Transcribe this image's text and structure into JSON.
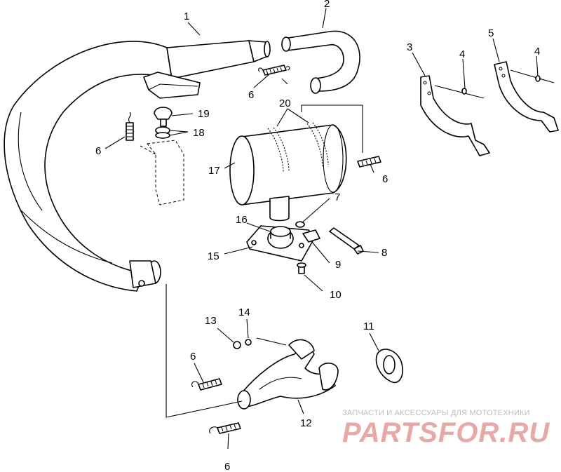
{
  "callouts": {
    "c1": "1",
    "c2": "2",
    "c3": "3",
    "c4a": "4",
    "c4b": "4",
    "c5": "5",
    "c6a": "6",
    "c6b": "6",
    "c6c": "6",
    "c6d": "6",
    "c6e": "6",
    "c7": "7",
    "c8": "8",
    "c9": "9",
    "c10": "10",
    "c11": "11",
    "c12": "12",
    "c13": "13",
    "c14": "14",
    "c15": "15",
    "c16": "16",
    "c17": "17",
    "c18": "18",
    "c19": "19",
    "c20": "20"
  },
  "watermark": {
    "tagline": "ЗАПЧАСТИ И АКСЕССУАРЫ ДЛЯ МОТОТЕХНИКИ",
    "brand": "PARTSFOR.RU"
  }
}
